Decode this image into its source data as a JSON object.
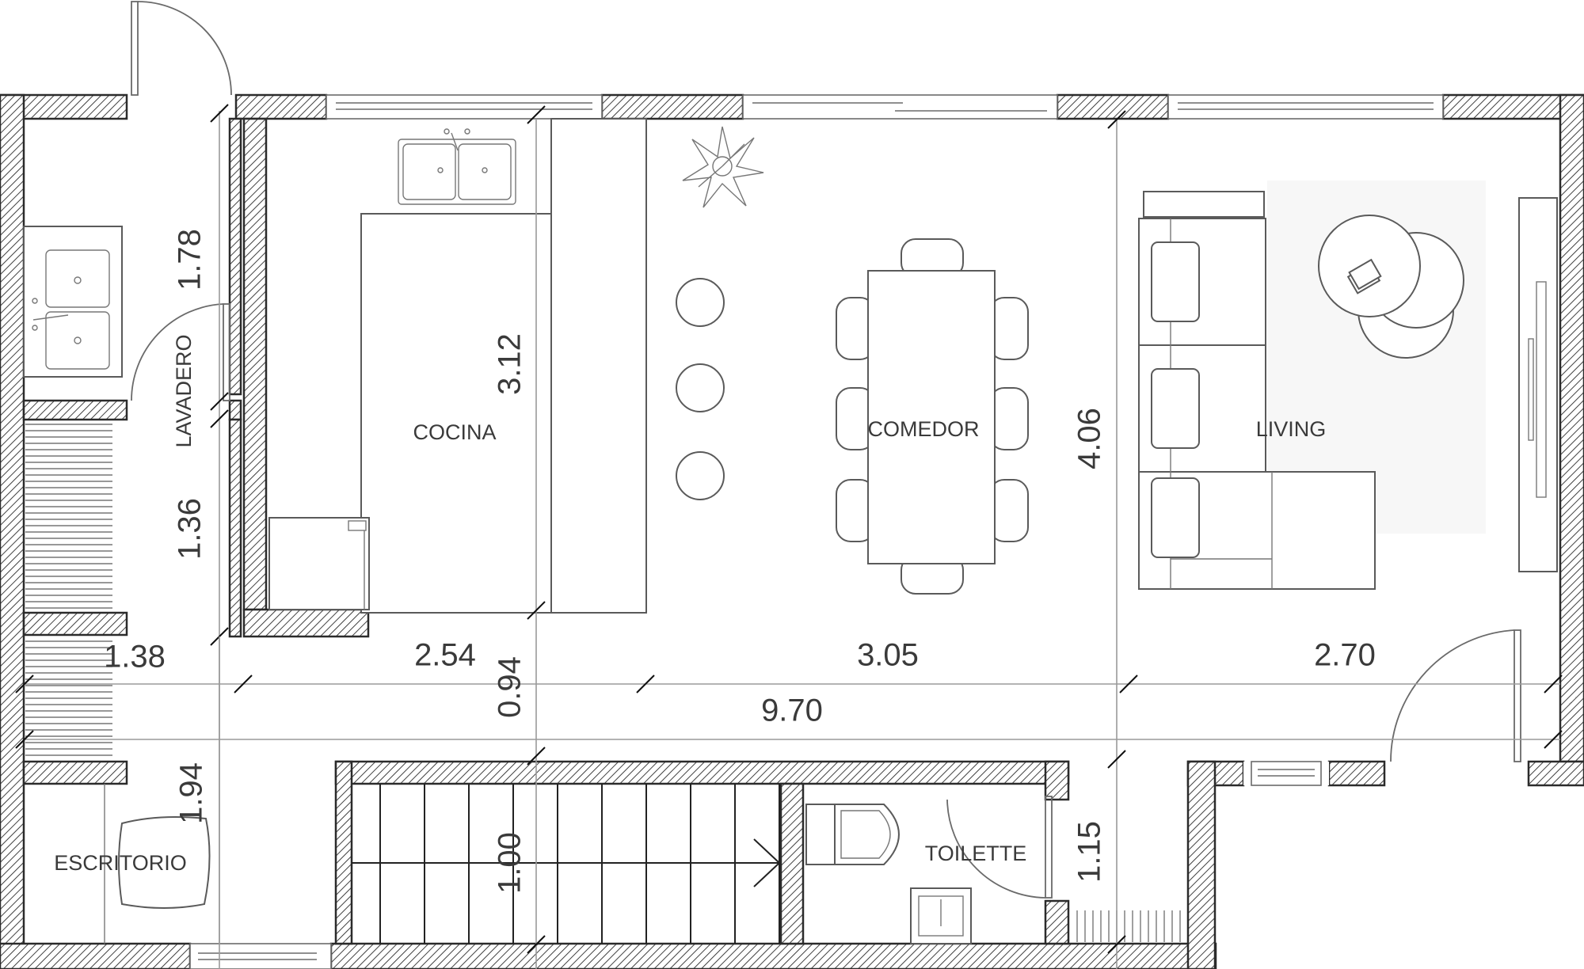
{
  "rooms": {
    "lavadero": "LAVADERO",
    "cocina": "COCINA",
    "comedor": "COMEDOR",
    "living": "LIVING",
    "escritorio": "ESCRITORIO",
    "toilette": "TOILETTE"
  },
  "dimensions": {
    "lavadero_height": "1.78",
    "hall_height": "1.36",
    "cocina_depth": "3.12",
    "living_depth": "4.06",
    "width_lavadero": "1.38",
    "width_cocina": "2.54",
    "width_comedor": "3.05",
    "width_living": "2.70",
    "total_width": "9.70",
    "corridor_depth": "0.94",
    "escritorio_height": "1.94",
    "stair_width": "1.00",
    "toilette_height": "1.15"
  },
  "colors": {
    "wall_stroke": "#2b2b2b",
    "line": "#5a5a5a",
    "dimension_line": "#9a9a9a",
    "text": "#3a3a3a"
  },
  "icons": [
    "plant-icon",
    "sink-icon",
    "faucet-icon",
    "toilet-icon",
    "book-icon"
  ]
}
